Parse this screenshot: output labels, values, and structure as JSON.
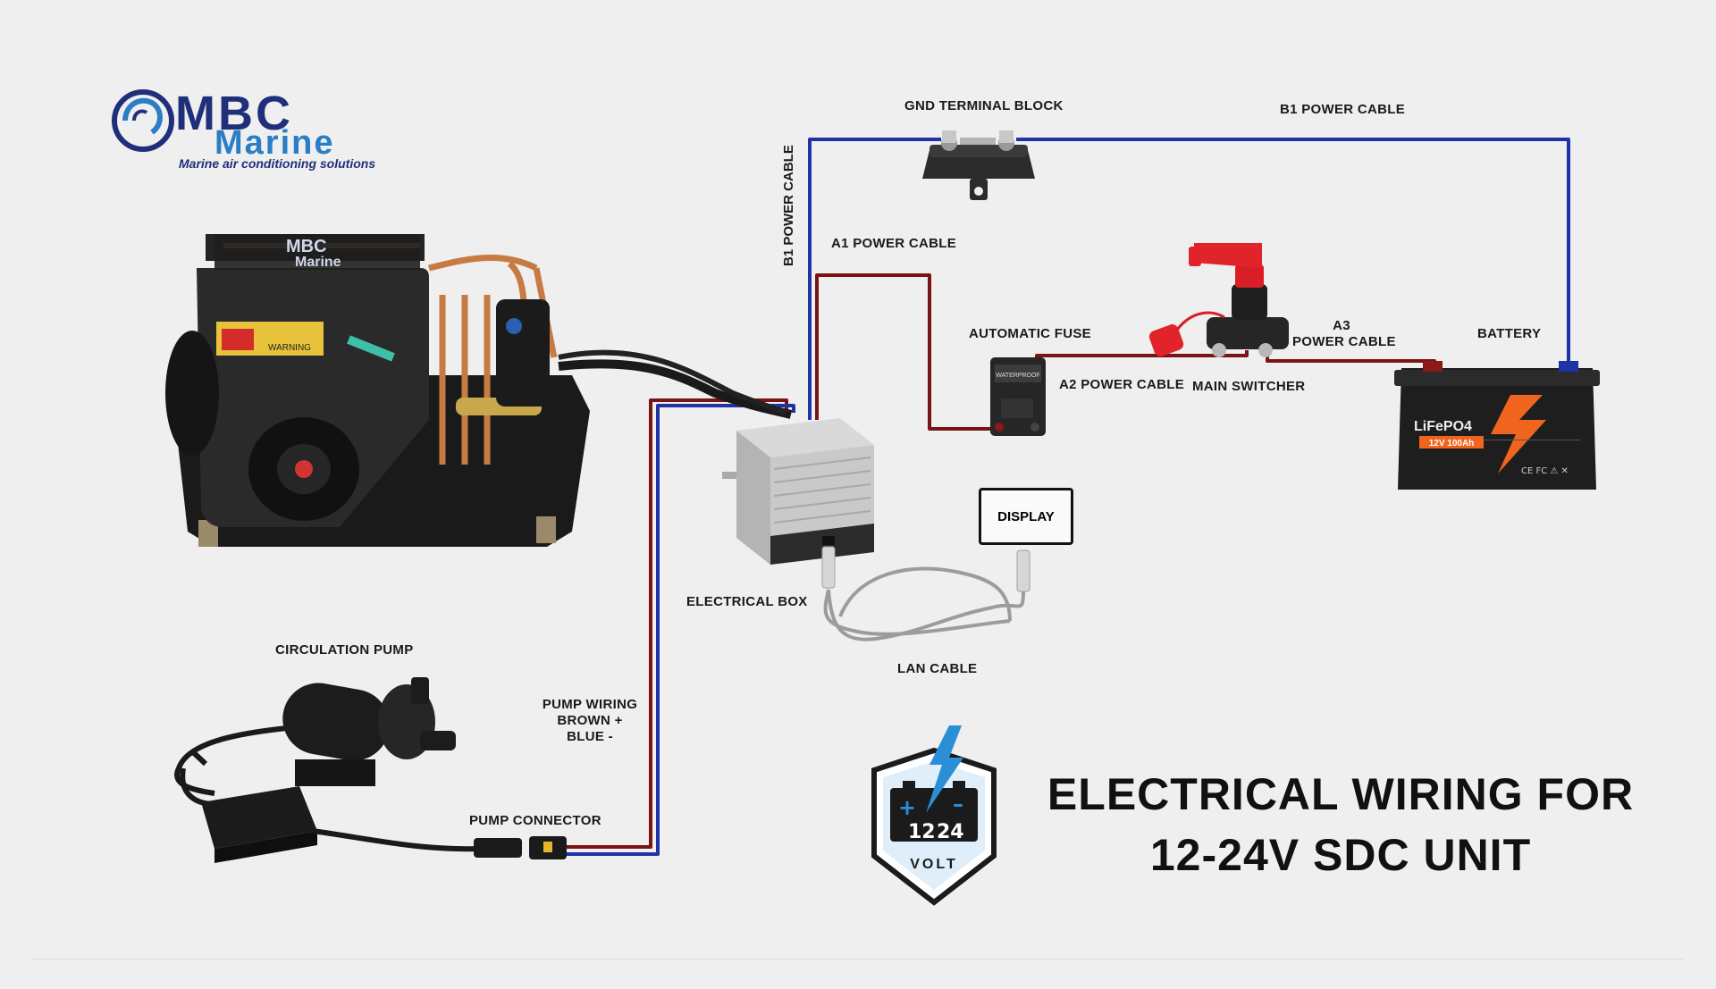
{
  "logo": {
    "brand": "MBC",
    "sub": "Marine",
    "tagline": "Marine air conditioning solutions"
  },
  "labels": {
    "gnd_terminal_block": "GND TERMINAL BLOCK",
    "b1_power_cable_top": "B1 POWER CABLE",
    "b1_power_cable_vertical": "B1 POWER CABLE",
    "a1_power_cable": "A1 POWER CABLE",
    "automatic_fuse": "AUTOMATIC FUSE",
    "a2_power_cable": "A2 POWER CABLE",
    "main_switcher": "MAIN SWITCHER",
    "a3_power_cable_line1": "A3",
    "a3_power_cable_line2": "POWER CABLE",
    "battery": "BATTERY",
    "electrical_box": "ELECTRICAL BOX",
    "display": "DISPLAY",
    "lan_cable": "LAN CABLE",
    "circulation_pump": "CIRCULATION PUMP",
    "pump_wiring_line1": "PUMP WIRING",
    "pump_wiring_line2": "BROWN +",
    "pump_wiring_line3": "BLUE -",
    "pump_connector": "PUMP CONNECTOR"
  },
  "title": {
    "line1": "ELECTRICAL WIRING FOR",
    "line2": "12-24V SDC UNIT"
  },
  "volt_badge": {
    "plus": "+",
    "minus": "–",
    "v12": "12",
    "v24": "24",
    "unit": "VOLT"
  },
  "battery_print": {
    "chem": "LiFePO4",
    "rating": "12V 100Ah"
  },
  "unit_print": {
    "brand": "MBC",
    "sub": "Marine",
    "warning": "WARNING"
  },
  "colors": {
    "positive_wire": "#7a1414",
    "negative_wire": "#1f33a8",
    "brand_dark": "#1f2f7a",
    "brand_light": "#2a7ec6",
    "badge_blue": "#2a8fd6",
    "switch_red": "#e0242a",
    "battery_orange": "#f0641e"
  }
}
